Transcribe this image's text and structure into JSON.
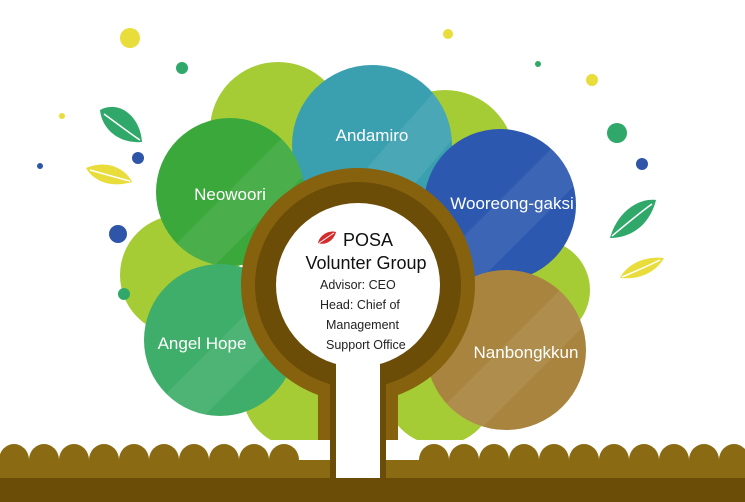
{
  "diagram": {
    "groups": [
      {
        "id": "andamiro",
        "label": "Andamiro",
        "color": "#3aa0b0"
      },
      {
        "id": "neowoori",
        "label": "Neowoori",
        "color": "#3ba83c"
      },
      {
        "id": "wooreong-gaksi",
        "label": "Wooreong-gaksi",
        "color": "#2d58b0"
      },
      {
        "id": "angel-hope",
        "label": "Angel Hope",
        "color": "#3eae6a"
      },
      {
        "id": "nanbongkkun",
        "label": "Nanbongkkun",
        "color": "#a9843e"
      }
    ],
    "center": {
      "brand": "POSA",
      "title": "Volunter Group",
      "lines": [
        "Advisor: CEO",
        "Head: Chief of",
        "Management",
        "Support Office"
      ]
    },
    "colors": {
      "lime": "#a6cc35",
      "trunk": "#86620e",
      "trunk_dark": "#6b4d08",
      "ground": "#8a6a12",
      "leaf_green": "#2fa869",
      "leaf_yellow": "#e8dd3a",
      "dot_blue": "#2f55a8",
      "logo_red": "#d42b2b"
    }
  }
}
